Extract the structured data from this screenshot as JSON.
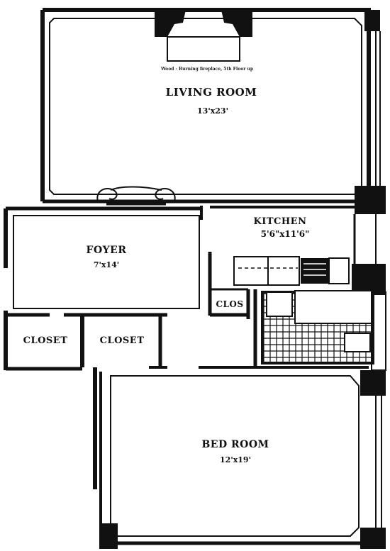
{
  "floor_plan": {
    "living_room": {
      "name": "LIVING ROOM",
      "dims": "13'x23'"
    },
    "fireplace_note": "Wood - Burning fireplace, 5th Floor up",
    "kitchen": {
      "name": "KITCHEN",
      "dims": "5'6\"x11'6\""
    },
    "foyer": {
      "name": "FOYER",
      "dims": "7'x14'"
    },
    "clos": {
      "name": "CLOS"
    },
    "closet_left": {
      "name": "CLOSET"
    },
    "closet_right": {
      "name": "CLOSET"
    },
    "bedroom": {
      "name": "BED ROOM",
      "dims": "12'x19'"
    }
  }
}
